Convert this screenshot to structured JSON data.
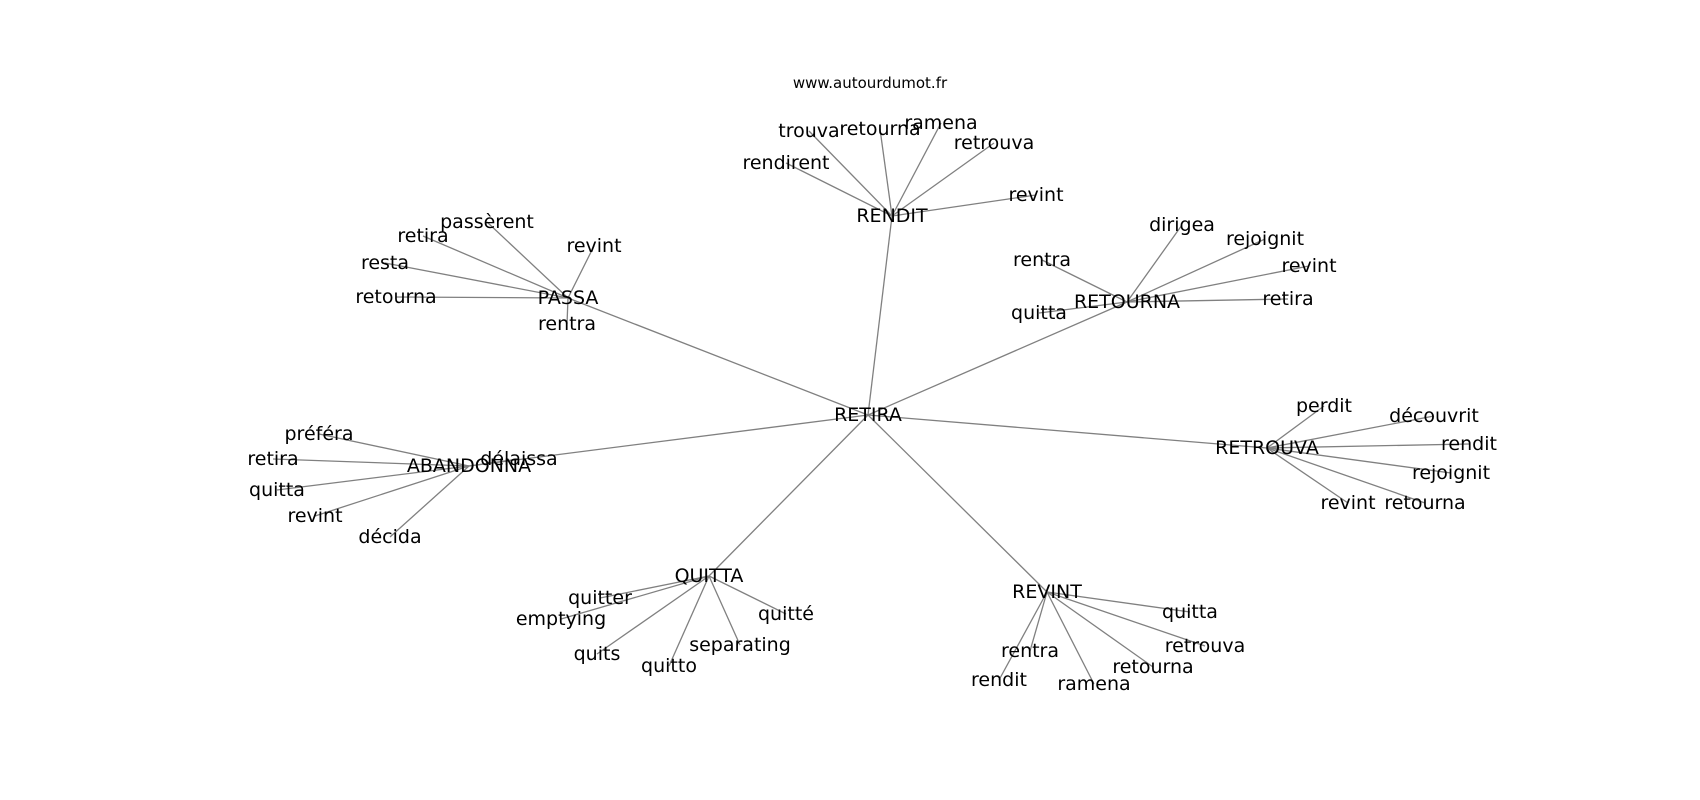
{
  "header": {
    "site_url": "www.autourdumot.fr"
  },
  "style": {
    "edge_color": "#808080",
    "text_color": "#000000",
    "background": "#ffffff"
  },
  "graph": {
    "root": "RETIRA",
    "hubs": [
      {
        "id": "RENDIT",
        "label": "RENDIT",
        "leaves": [
          "trouva",
          "retourna",
          "ramena",
          "retrouva",
          "rendirent",
          "revint"
        ]
      },
      {
        "id": "PASSA",
        "label": "PASSA",
        "leaves": [
          "passèrent",
          "retira",
          "revint",
          "resta",
          "retourna",
          "rentra"
        ]
      },
      {
        "id": "RETOURNA",
        "label": "RETOURNA",
        "leaves": [
          "dirigea",
          "rejoignit",
          "rentra",
          "revint",
          "retira",
          "quitta"
        ]
      },
      {
        "id": "ABANDONNA",
        "label": "ABANDONNA",
        "leaves": [
          "préféra",
          "retira",
          "délaissa",
          "quitta",
          "revint",
          "décida"
        ]
      },
      {
        "id": "RETROUVA",
        "label": "RETROUVA",
        "leaves": [
          "perdit",
          "découvrit",
          "rendit",
          "rejoignit",
          "revint",
          "retourna"
        ]
      },
      {
        "id": "QUITTA",
        "label": "QUITTA",
        "leaves": [
          "quitter",
          "emptying",
          "quitté",
          "separating",
          "quits",
          "quitto"
        ]
      },
      {
        "id": "REVINT",
        "label": "REVINT",
        "leaves": [
          "quitta",
          "retrouva",
          "rentra",
          "retourna",
          "rendit",
          "ramena"
        ]
      }
    ]
  }
}
